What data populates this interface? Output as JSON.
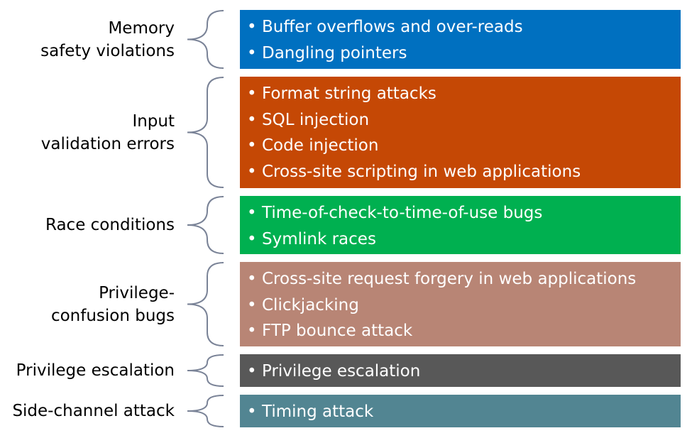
{
  "bullet_char": "•",
  "colors": {
    "brace": "#7a8397",
    "text_on_panel": "#ffffff"
  },
  "categories": [
    {
      "label_lines": [
        "Memory",
        "safety violations"
      ],
      "color": "#0070c0",
      "items": [
        "Buffer overflows and over-reads",
        "Dangling pointers"
      ]
    },
    {
      "label_lines": [
        "Input",
        "validation errors"
      ],
      "color": "#c54805",
      "items": [
        "Format string attacks",
        "SQL injection",
        "Code injection",
        "Cross-site scripting in web applications"
      ]
    },
    {
      "label_lines": [
        "Race conditions"
      ],
      "color": "#00b050",
      "items": [
        "Time-of-check-to-time-of-use bugs",
        "Symlink races"
      ]
    },
    {
      "label_lines": [
        "Privilege-",
        "confusion bugs"
      ],
      "color": "#b88575",
      "items": [
        "Cross-site request forgery in web applications",
        "Clickjacking",
        "FTP bounce attack"
      ]
    },
    {
      "label_lines": [
        "Privilege escalation"
      ],
      "color": "#585858",
      "items": [
        "Privilege escalation"
      ]
    },
    {
      "label_lines": [
        "Side-channel attack"
      ],
      "color": "#528592",
      "items": [
        "Timing attack"
      ]
    }
  ]
}
